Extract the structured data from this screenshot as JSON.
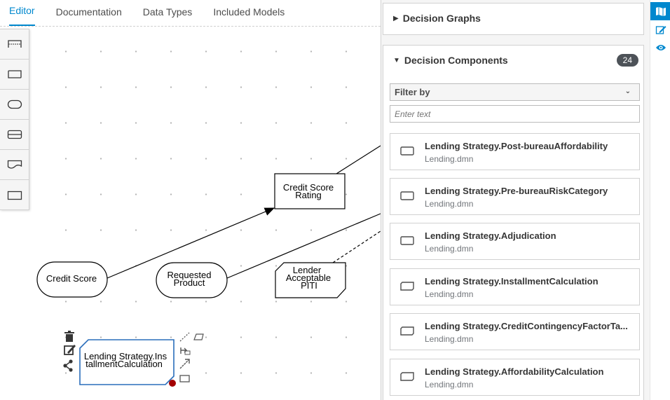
{
  "tabs": [
    {
      "label": "Editor",
      "active": true
    },
    {
      "label": "Documentation"
    },
    {
      "label": "Data Types"
    },
    {
      "label": "Included Models"
    }
  ],
  "palette": {
    "items": [
      "bpmn-decision-service-icon",
      "decision-icon",
      "input-data-icon",
      "bkm-icon",
      "knowledge-source-icon",
      "text-annotation-icon"
    ]
  },
  "diagram": {
    "nodes": {
      "credit_score": "Credit Score",
      "credit_score_rating_1": "Credit Score",
      "credit_score_rating_2": "Rating",
      "requested_product_1": "Requested",
      "requested_product_2": "Product",
      "lender_piti_1": "Lender",
      "lender_piti_2": "Acceptable",
      "lender_piti_3": "PITI",
      "selected_1": "Lending Strategy.Ins",
      "selected_2": "tallmentCalculation"
    }
  },
  "panel": {
    "graphs_title": "Decision Graphs",
    "components_title": "Decision Components",
    "components_count": "24",
    "filter_label": "Filter by",
    "search_placeholder": "Enter text",
    "items": [
      {
        "title": "Lending Strategy.Post-bureauAffordability",
        "file": "Lending.dmn"
      },
      {
        "title": "Lending Strategy.Pre-bureauRiskCategory",
        "file": "Lending.dmn"
      },
      {
        "title": "Lending Strategy.Adjudication",
        "file": "Lending.dmn"
      },
      {
        "title": "Lending Strategy.InstallmentCalculation",
        "file": "Lending.dmn"
      },
      {
        "title": "Lending Strategy.CreditContingencyFactorTa...",
        "file": "Lending.dmn"
      },
      {
        "title": "Lending Strategy.AffordabilityCalculation",
        "file": "Lending.dmn"
      }
    ]
  },
  "colors": {
    "accent": "#0088ce",
    "selection": "#2a6ebb",
    "connector": "#a30000"
  },
  "rail": [
    "map-icon",
    "edit-icon",
    "eye-icon"
  ]
}
